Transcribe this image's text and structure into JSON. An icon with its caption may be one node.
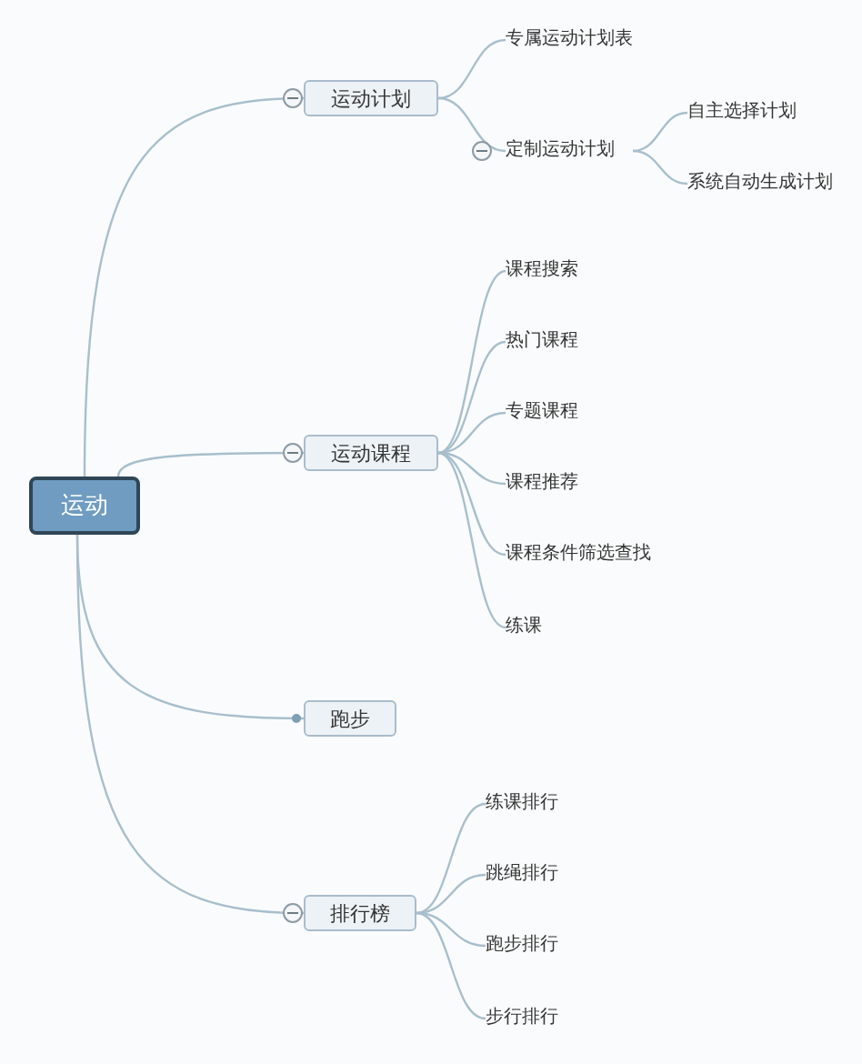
{
  "diagram": {
    "nodes": [
      {
        "text": [
          "运动"
        ]
      },
      {
        "text": [
          "运动计划"
        ]
      },
      {
        "text": [
          "专属运动计划表"
        ]
      },
      {
        "text": [
          "定制运动计划"
        ]
      },
      {
        "text": [
          "自主选择计划"
        ]
      },
      {
        "text": [
          "系统自动生成计划"
        ]
      },
      {
        "text": [
          "运动课程"
        ]
      },
      {
        "text": [
          "课程搜索"
        ]
      },
      {
        "text": [
          "热门课程"
        ]
      },
      {
        "text": [
          "专题课程"
        ]
      },
      {
        "text": [
          "课程推荐"
        ]
      },
      {
        "text": [
          "课程条件筛选查找"
        ]
      },
      {
        "text": [
          "练课"
        ]
      },
      {
        "text": [
          "跑步"
        ]
      },
      {
        "text": [
          "排行榜"
        ]
      },
      {
        "text": [
          "练课排行"
        ]
      },
      {
        "text": [
          "跳绳排行"
        ]
      },
      {
        "text": [
          "跑步排行"
        ]
      },
      {
        "text": [
          "步行排行"
        ]
      }
    ],
    "edges": [
      {
        "from": 0,
        "to": 1,
        "arrow": "none"
      },
      {
        "from": 1,
        "to": 2,
        "arrow": "none"
      },
      {
        "from": 1,
        "to": 3,
        "arrow": "none"
      },
      {
        "from": 3,
        "to": 4,
        "arrow": "none"
      },
      {
        "from": 3,
        "to": 5,
        "arrow": "none"
      },
      {
        "from": 0,
        "to": 6,
        "arrow": "none"
      },
      {
        "from": 6,
        "to": 7,
        "arrow": "none"
      },
      {
        "from": 6,
        "to": 8,
        "arrow": "none"
      },
      {
        "from": 6,
        "to": 9,
        "arrow": "none"
      },
      {
        "from": 6,
        "to": 10,
        "arrow": "none"
      },
      {
        "from": 6,
        "to": 11,
        "arrow": "none"
      },
      {
        "from": 6,
        "to": 12,
        "arrow": "none"
      },
      {
        "from": 0,
        "to": 13,
        "arrow": "none"
      },
      {
        "from": 0,
        "to": 14,
        "arrow": "none"
      },
      {
        "from": 14,
        "to": 15,
        "arrow": "none"
      },
      {
        "from": 14,
        "to": 16,
        "arrow": "none"
      },
      {
        "from": 14,
        "to": 17,
        "arrow": "none"
      },
      {
        "from": 14,
        "to": 18,
        "arrow": "none"
      }
    ]
  }
}
